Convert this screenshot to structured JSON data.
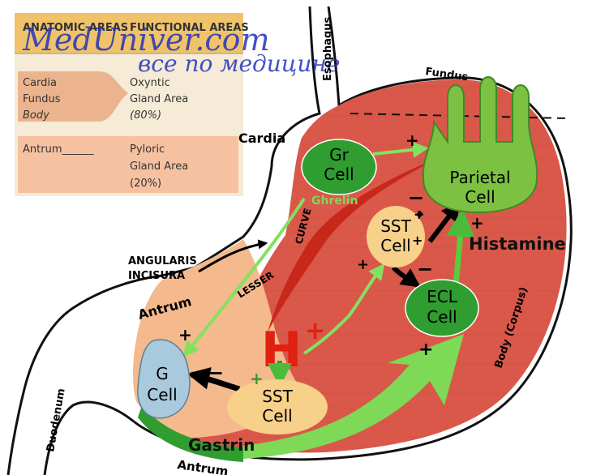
{
  "watermark": {
    "site": "MedUniver.com",
    "tagline": "все по медицине"
  },
  "areas_table": {
    "anatomic_header": "ANATOMIC AREAS",
    "functional_header": "FUNCTIONAL AREAS",
    "oxyntic": {
      "anatomic": [
        "Cardia",
        "Fundus",
        "Body"
      ],
      "functional": [
        "Oxyntic",
        "Gland Area",
        "(80%)"
      ]
    },
    "pyloric": {
      "anatomic": "Antrum______",
      "functional": [
        "Pyloric",
        "Gland Area",
        "(20%)"
      ]
    }
  },
  "regions": {
    "esophagus": "Esophagus",
    "fundus": "Fundus",
    "cardia": "Cardia",
    "lesser": "LESSER",
    "curve": "CURVE",
    "angularis_line1": "ANGULARIS",
    "angularis_line2": "INCISURA",
    "antrum_upper": "Antrum",
    "antrum_lower": "Antrum",
    "duodenum": "Duodenum",
    "body_corpus": "Body (Corpus)"
  },
  "cells": {
    "gr": [
      "Gr",
      "Cell"
    ],
    "parietal": [
      "Parietal",
      "Cell"
    ],
    "sst_body": [
      "SST",
      "Cell"
    ],
    "ecl": [
      "ECL",
      "Cell"
    ],
    "g": [
      "G",
      "Cell"
    ],
    "sst_antrum": [
      "SST",
      "Cell"
    ]
  },
  "substances": {
    "ghrelin": "Ghrelin",
    "histamine": "Histamine",
    "gastrin": "Gastrin",
    "acid_symbol": "H",
    "acid_charge": "+"
  },
  "signs": {
    "plus": "+",
    "minus": "−"
  },
  "colors": {
    "stomach_red": "#d9584a",
    "antrum_peach": "#f4b98c",
    "cell_green": "#2f9d2f",
    "parietal_green": "#7cc142",
    "sst_peach": "#f7d08a",
    "g_cell_blue": "#a9c9dd",
    "acid_red": "#e02010",
    "ghrelin_green": "#7ed957",
    "watermark_blue": "#2233bb"
  }
}
